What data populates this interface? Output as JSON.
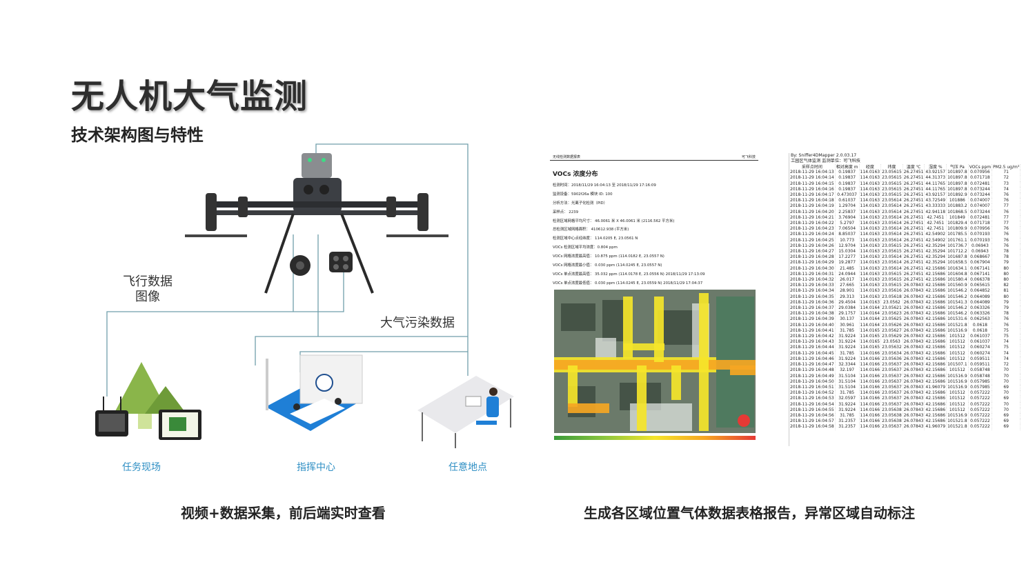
{
  "slide": {
    "title": "无人机大气监测",
    "subtitle": "技术架构图与特性"
  },
  "diagram": {
    "label_flight": "飞行数据",
    "label_image": "图像",
    "label_pollution": "大气污染数据",
    "sites": [
      "任务现场",
      "指挥中心",
      "任意地点"
    ],
    "line_color": "#6f9eab",
    "site_color": "#2f8fc4"
  },
  "captions": {
    "left": "视频+数据采集，前后端实时查看",
    "right": "生成各区域位置气体数据表格报告，异常区域自动标注"
  },
  "report": {
    "header_left": "无线检测数据报表",
    "header_right": "可飞科技",
    "title": "VOCs 浓度分布",
    "lines": [
      "检测时间：2018/11/29 16:04:13 至 2018/11/29 17:16:09",
      "监测设备：5902f26a  模块 ID: 100",
      "分析方法：光离子化检测（PID）",
      "采样点：  2239",
      "检测区域网格平均尺寸：  46.0061 米 X 46.0061 米 (2116.562 平方米)",
      "总检测区域网格面积：  410612.938 (平方米)",
      "检测区域中心点经纬度：  114.0205 E, 23.0561 N",
      "VOCs 检测区域平均浓度：0.804 ppm",
      "VOCs 网格浓度最高值：  10.875 ppm (114.0182 E, 23.0557 N)",
      "VOCs 网格浓度最小值：  0.030 ppm (114.0245 E, 23.0557 N)",
      "VOCs 单点浓度最高值：  35.032 ppm (114.0178 E, 23.0556 N) 2018/11/29 17:13:09",
      "VOCs 单点浓度最低值：  0.030 ppm (114.0245 E, 23.0559 N) 2018/11/29 17:04:37"
    ],
    "heat_colors": [
      "#3a9a3a",
      "#8cc63f",
      "#f5e52a",
      "#f5a623",
      "#e53935"
    ]
  },
  "table": {
    "meta1": "By: Sniffer4DMapper 2.0.03.17",
    "meta2": "工园区气体监测 监测单位：可飞科技",
    "columns": [
      "采样点时间",
      "相对高度 m",
      "经度",
      "纬度",
      "温度 ℃",
      "湿度 %",
      "气压 Pa",
      "VOCs ppm",
      "PM2.5 ug/m³"
    ],
    "rows": [
      [
        "2018-11-29 16:04:13",
        "0.19837",
        "114.0163",
        "23.05615",
        "26.27451",
        "43.92157",
        "101897.8",
        "0.070956",
        "71"
      ],
      [
        "2018-11-29 16:04:14",
        "0.19837",
        "114.0163",
        "23.05615",
        "26.27451",
        "44.31373",
        "101897.8",
        "0.071718",
        "72"
      ],
      [
        "2018-11-29 16:04:15",
        "0.19837",
        "114.0163",
        "23.05615",
        "26.27451",
        "44.11765",
        "101897.8",
        "0.072481",
        "73"
      ],
      [
        "2018-11-29 16:04:16",
        "0.19837",
        "114.0163",
        "23.05615",
        "26.27451",
        "44.11765",
        "101897.8",
        "0.073244",
        "74"
      ],
      [
        "2018-11-29 16:04:17",
        "0.473037",
        "114.0163",
        "23.05615",
        "26.27451",
        "43.92157",
        "101892.9",
        "0.073244",
        "76"
      ],
      [
        "2018-11-29 16:04:18",
        "0.61037",
        "114.0163",
        "23.05614",
        "26.27451",
        "43.72549",
        "101886",
        "0.074007",
        "76"
      ],
      [
        "2018-11-29 16:04:19",
        "1.29704",
        "114.0163",
        "23.05614",
        "26.27451",
        "43.33333",
        "101883.2",
        "0.074007",
        "77"
      ],
      [
        "2018-11-29 16:04:20",
        "2.25837",
        "114.0163",
        "23.05614",
        "26.27451",
        "42.94118",
        "101868.5",
        "0.073244",
        "76"
      ],
      [
        "2018-11-29 16:04:21",
        "3.76904",
        "114.0163",
        "23.05614",
        "26.27451",
        "42.7451",
        "101849",
        "0.072481",
        "77"
      ],
      [
        "2018-11-29 16:04:22",
        "5.2797",
        "114.0163",
        "23.05614",
        "26.27451",
        "42.7451",
        "101829.4",
        "0.071718",
        "77"
      ],
      [
        "2018-11-29 16:04:23",
        "7.06504",
        "114.0163",
        "23.05614",
        "26.27451",
        "42.7451",
        "101809.9",
        "0.070956",
        "76"
      ],
      [
        "2018-11-29 16:04:24",
        "8.85037",
        "114.0163",
        "23.05614",
        "26.27451",
        "42.54902",
        "101785.5",
        "0.070193",
        "76"
      ],
      [
        "2018-11-29 16:04:25",
        "10.773",
        "114.0163",
        "23.05614",
        "26.27451",
        "42.54902",
        "101761.1",
        "0.070193",
        "76"
      ],
      [
        "2018-11-29 16:04:26",
        "12.9704",
        "114.0163",
        "23.05615",
        "26.27451",
        "42.35294",
        "101736.7",
        "0.06943",
        "76"
      ],
      [
        "2018-11-29 16:04:27",
        "15.0304",
        "114.0163",
        "23.05615",
        "26.27451",
        "42.35294",
        "101712.2",
        "0.06943",
        "78"
      ],
      [
        "2018-11-29 16:04:28",
        "17.2277",
        "114.0163",
        "23.05614",
        "26.27451",
        "42.35294",
        "101687.8",
        "0.068667",
        "78"
      ],
      [
        "2018-11-29 16:04:29",
        "19.2877",
        "114.0163",
        "23.05614",
        "26.27451",
        "42.35294",
        "101658.5",
        "0.067904",
        "79"
      ],
      [
        "2018-11-29 16:04:30",
        "21.485",
        "114.0163",
        "23.05614",
        "26.27451",
        "42.15686",
        "101634.1",
        "0.067141",
        "80"
      ],
      [
        "2018-11-29 16:04:31",
        "24.0944",
        "114.0163",
        "23.05615",
        "26.27451",
        "42.15686",
        "101604.8",
        "0.067141",
        "80"
      ],
      [
        "2018-11-29 16:04:32",
        "26.017",
        "114.0163",
        "23.05615",
        "26.27451",
        "42.15686",
        "101580.4",
        "0.066378",
        "80"
      ],
      [
        "2018-11-29 16:04:33",
        "27.665",
        "114.0163",
        "23.05615",
        "26.07843",
        "42.15686",
        "101560.9",
        "0.065615",
        "82"
      ],
      [
        "2018-11-29 16:04:34",
        "28.901",
        "114.0163",
        "23.05616",
        "26.07843",
        "42.15686",
        "101546.2",
        "0.064852",
        "81"
      ],
      [
        "2018-11-29 16:04:35",
        "29.313",
        "114.0163",
        "23.05618",
        "26.07843",
        "42.15686",
        "101546.2",
        "0.064089",
        "80"
      ],
      [
        "2018-11-29 16:04:36",
        "29.4504",
        "114.0163",
        "23.0562",
        "26.07843",
        "42.15686",
        "101541.3",
        "0.064089",
        "79"
      ],
      [
        "2018-11-29 16:04:37",
        "29.0384",
        "114.0164",
        "23.05621",
        "26.07843",
        "42.15686",
        "101546.2",
        "0.063326",
        "79"
      ],
      [
        "2018-11-29 16:04:38",
        "29.1757",
        "114.0164",
        "23.05623",
        "26.07843",
        "42.15686",
        "101546.2",
        "0.063326",
        "78"
      ],
      [
        "2018-11-29 16:04:39",
        "30.137",
        "114.0164",
        "23.05625",
        "26.07843",
        "42.15686",
        "101531.6",
        "0.062563",
        "76"
      ],
      [
        "2018-11-29 16:04:40",
        "30.961",
        "114.0164",
        "23.05626",
        "26.07843",
        "42.15686",
        "101521.8",
        "0.0618",
        "76"
      ],
      [
        "2018-11-29 16:04:41",
        "31.785",
        "114.0165",
        "23.05627",
        "26.07843",
        "42.15686",
        "101516.9",
        "0.0618",
        "75"
      ],
      [
        "2018-11-29 16:04:42",
        "31.9224",
        "114.0165",
        "23.05629",
        "26.07843",
        "42.15686",
        "101512",
        "0.061037",
        "75"
      ],
      [
        "2018-11-29 16:04:43",
        "31.9224",
        "114.0165",
        "23.0563",
        "26.07843",
        "42.15686",
        "101512",
        "0.061037",
        "74"
      ],
      [
        "2018-11-29 16:04:44",
        "31.9224",
        "114.0165",
        "23.05632",
        "26.07843",
        "42.15686",
        "101512",
        "0.060274",
        "75"
      ],
      [
        "2018-11-29 16:04:45",
        "31.785",
        "114.0166",
        "23.05634",
        "26.07843",
        "42.15686",
        "101512",
        "0.060274",
        "74"
      ],
      [
        "2018-11-29 16:04:46",
        "31.9224",
        "114.0166",
        "23.05636",
        "26.07843",
        "42.15686",
        "101512",
        "0.059511",
        "74"
      ],
      [
        "2018-11-29 16:04:47",
        "32.3344",
        "114.0166",
        "23.05637",
        "26.07843",
        "42.15686",
        "101507.1",
        "0.059511",
        "72"
      ],
      [
        "2018-11-29 16:04:48",
        "32.197",
        "114.0166",
        "23.05637",
        "26.07843",
        "42.15686",
        "101512",
        "0.058748",
        "70"
      ],
      [
        "2018-11-29 16:04:49",
        "31.5104",
        "114.0166",
        "23.05637",
        "26.07843",
        "42.15686",
        "101516.9",
        "0.058748",
        "70"
      ],
      [
        "2018-11-29 16:04:50",
        "31.5104",
        "114.0166",
        "23.05637",
        "26.07843",
        "42.15686",
        "101516.9",
        "0.057985",
        "70"
      ],
      [
        "2018-11-29 16:04:51",
        "31.5104",
        "114.0166",
        "23.05637",
        "26.07843",
        "41.96079",
        "101516.9",
        "0.057985",
        "69"
      ],
      [
        "2018-11-29 16:04:52",
        "31.785",
        "114.0166",
        "23.05637",
        "26.07843",
        "42.15686",
        "101512",
        "0.057222",
        "70"
      ],
      [
        "2018-11-29 16:04:53",
        "32.0597",
        "114.0166",
        "23.05637",
        "26.07843",
        "42.15686",
        "101512",
        "0.057222",
        "69"
      ],
      [
        "2018-11-29 16:04:54",
        "31.9224",
        "114.0166",
        "23.05637",
        "26.07843",
        "42.15686",
        "101512",
        "0.057222",
        "70"
      ],
      [
        "2018-11-29 16:04:55",
        "31.9224",
        "114.0166",
        "23.05638",
        "26.07843",
        "42.15686",
        "101512",
        "0.057222",
        "70"
      ],
      [
        "2018-11-29 16:04:56",
        "31.785",
        "114.0166",
        "23.05638",
        "26.07843",
        "42.15686",
        "101516.9",
        "0.057222",
        "69"
      ],
      [
        "2018-11-29 16:04:57",
        "31.2357",
        "114.0166",
        "23.05638",
        "26.07843",
        "42.15686",
        "101521.8",
        "0.057222",
        "69"
      ],
      [
        "2018-11-29 16:04:58",
        "31.2357",
        "114.0166",
        "23.05637",
        "26.07843",
        "41.96079",
        "101521.8",
        "0.057222",
        "69"
      ]
    ]
  }
}
